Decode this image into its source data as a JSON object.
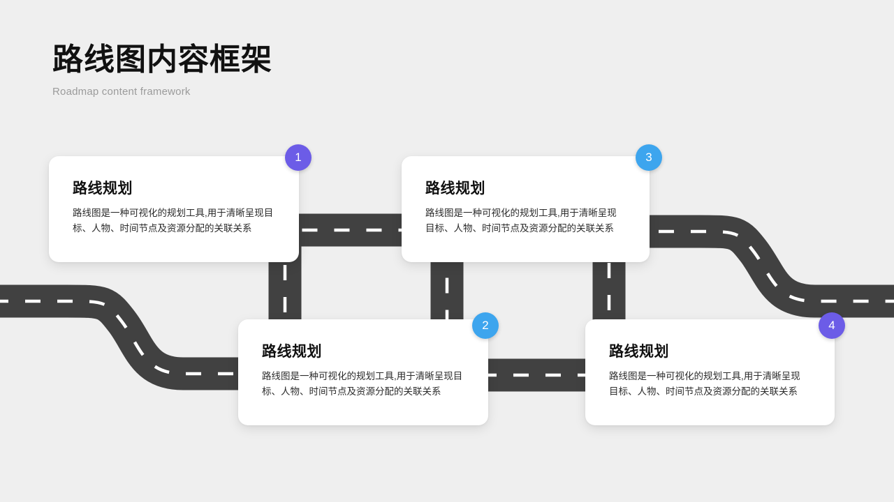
{
  "header": {
    "title": "路线图内容框架",
    "subtitle": "Roadmap content framework"
  },
  "theme": {
    "background": "#efefef",
    "road_color": "#414141",
    "road_line_color": "#ffffff",
    "card_background": "#ffffff",
    "title_color": "#111111",
    "subtitle_color": "#9b9b9b",
    "purple": "#6c5ce7",
    "blue": "#3da5ee"
  },
  "cards": [
    {
      "number": "1",
      "badge_color": "#6c5ce7",
      "title": "路线规划",
      "body": "路线图是一种可视化的规划工具,用于清晰呈现目标、人物、时间节点及资源分配的关联关系"
    },
    {
      "number": "2",
      "badge_color": "#3da5ee",
      "title": "路线规划",
      "body": "路线图是一种可视化的规划工具,用于清晰呈现目标、人物、时间节点及资源分配的关联关系"
    },
    {
      "number": "3",
      "badge_color": "#3da5ee",
      "title": "路线规划",
      "body": "路线图是一种可视化的规划工具,用于清晰呈现目标、人物、时间节点及资源分配的关联关系"
    },
    {
      "number": "4",
      "badge_color": "#6c5ce7",
      "title": "路线规划",
      "body": "路线图是一种可视化的规划工具,用于清晰呈现目标、人物、时间节点及资源分配的关联关系"
    }
  ]
}
